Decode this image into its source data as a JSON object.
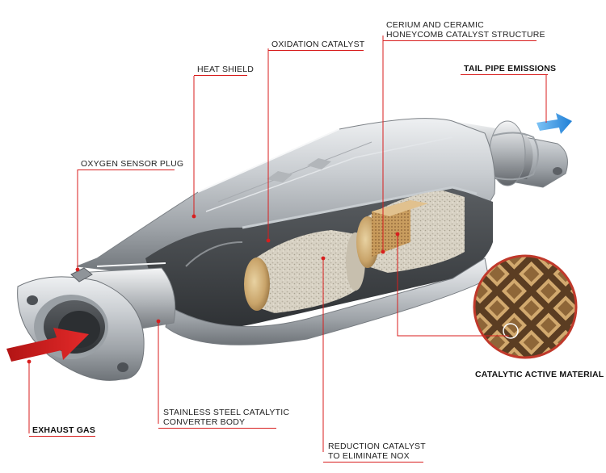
{
  "labels": {
    "cerium_line1": "CERIUM AND CERAMIC",
    "cerium_line2": "HONEYCOMB CATALYST STRUCTURE",
    "oxidation": "OXIDATION CATALYST",
    "heat_shield": "HEAT SHIELD",
    "tail_pipe": "TAIL PIPE EMISSIONS",
    "oxygen_sensor": "OXYGEN SENSOR PLUG",
    "catalytic_active": "CATALYTIC ACTIVE MATERIAL",
    "stainless_line1": "STAINLESS STEEL CATALYTIC",
    "stainless_line2": "CONVERTER BODY",
    "exhaust": "EXHAUST GAS",
    "reduction_line1": "REDUCTION CATALYST",
    "reduction_line2": "TO ELIMINATE NOX"
  },
  "colors": {
    "leader": "#d81e1e",
    "flow_arrow": "#d81e1e",
    "outflow_arrow": "#2f8fe0",
    "metal": "#b8bcc0",
    "substrate": "#cfc7b6",
    "catalyst_gold": "#c9a46a"
  }
}
